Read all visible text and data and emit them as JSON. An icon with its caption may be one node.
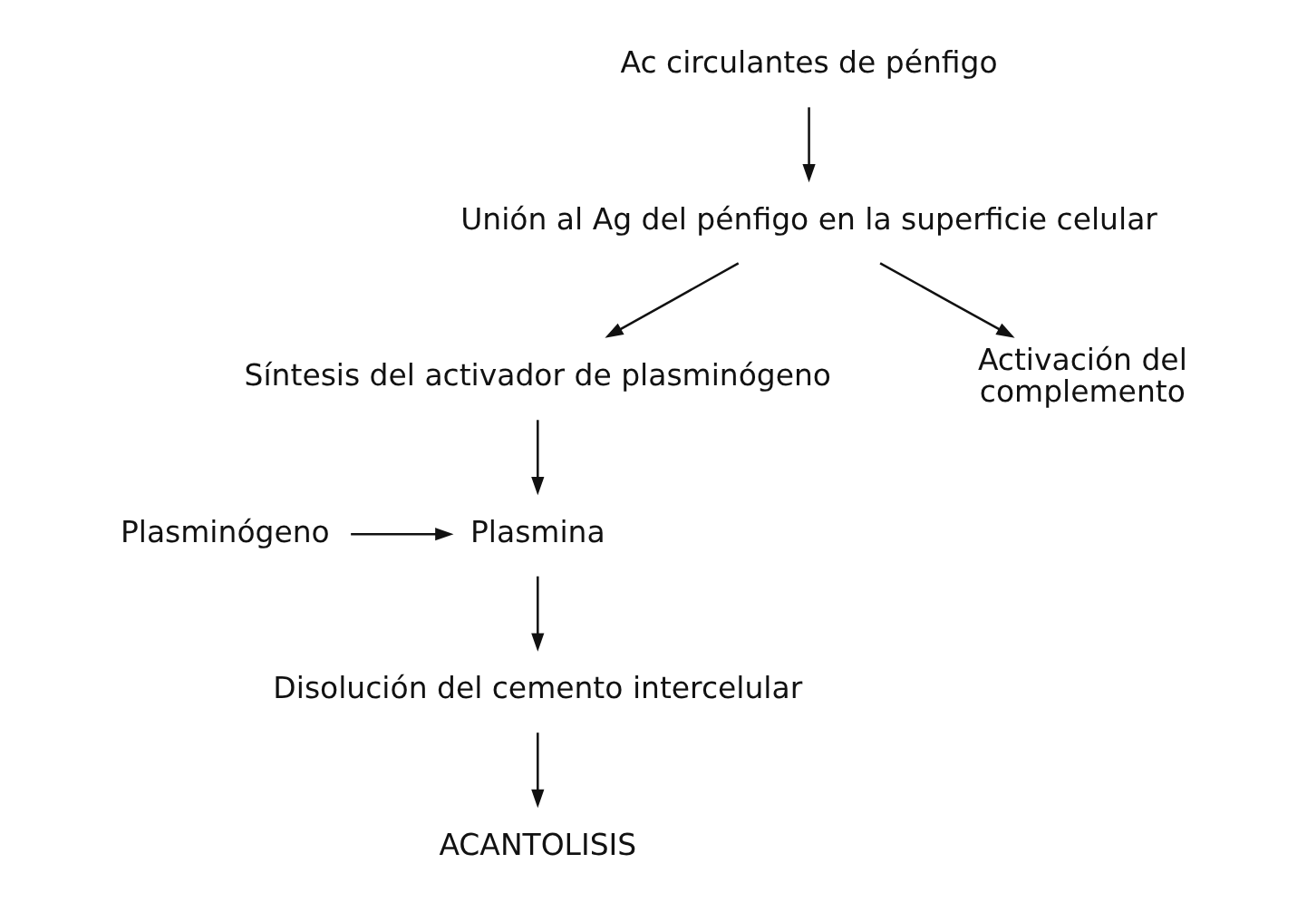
{
  "diagram": {
    "nodes": [
      {
        "text": [
          "Ac circulantes de pénfigo"
        ]
      },
      {
        "text": [
          "Unión al Ag del pénfigo en la superficie celular"
        ]
      },
      {
        "text": [
          "Síntesis del activador de plasminógeno"
        ]
      },
      {
        "text": [
          "Activación del complemento"
        ]
      },
      {
        "text": [
          "Plasminógeno"
        ]
      },
      {
        "text": [
          "Plasmina"
        ]
      },
      {
        "text": [
          "Disolución del cemento intercelular"
        ]
      },
      {
        "text": [
          "ACANTOLISIS"
        ]
      }
    ],
    "edges": [
      {
        "from": 0,
        "to": 1,
        "arrow": "to"
      },
      {
        "from": 1,
        "to": 2,
        "arrow": "to"
      },
      {
        "from": 1,
        "to": 3,
        "arrow": "to"
      },
      {
        "from": 2,
        "to": 5,
        "arrow": "to"
      },
      {
        "from": 4,
        "to": 5,
        "arrow": "to"
      },
      {
        "from": 5,
        "to": 6,
        "arrow": "to"
      },
      {
        "from": 6,
        "to": 7,
        "arrow": "to"
      }
    ]
  }
}
